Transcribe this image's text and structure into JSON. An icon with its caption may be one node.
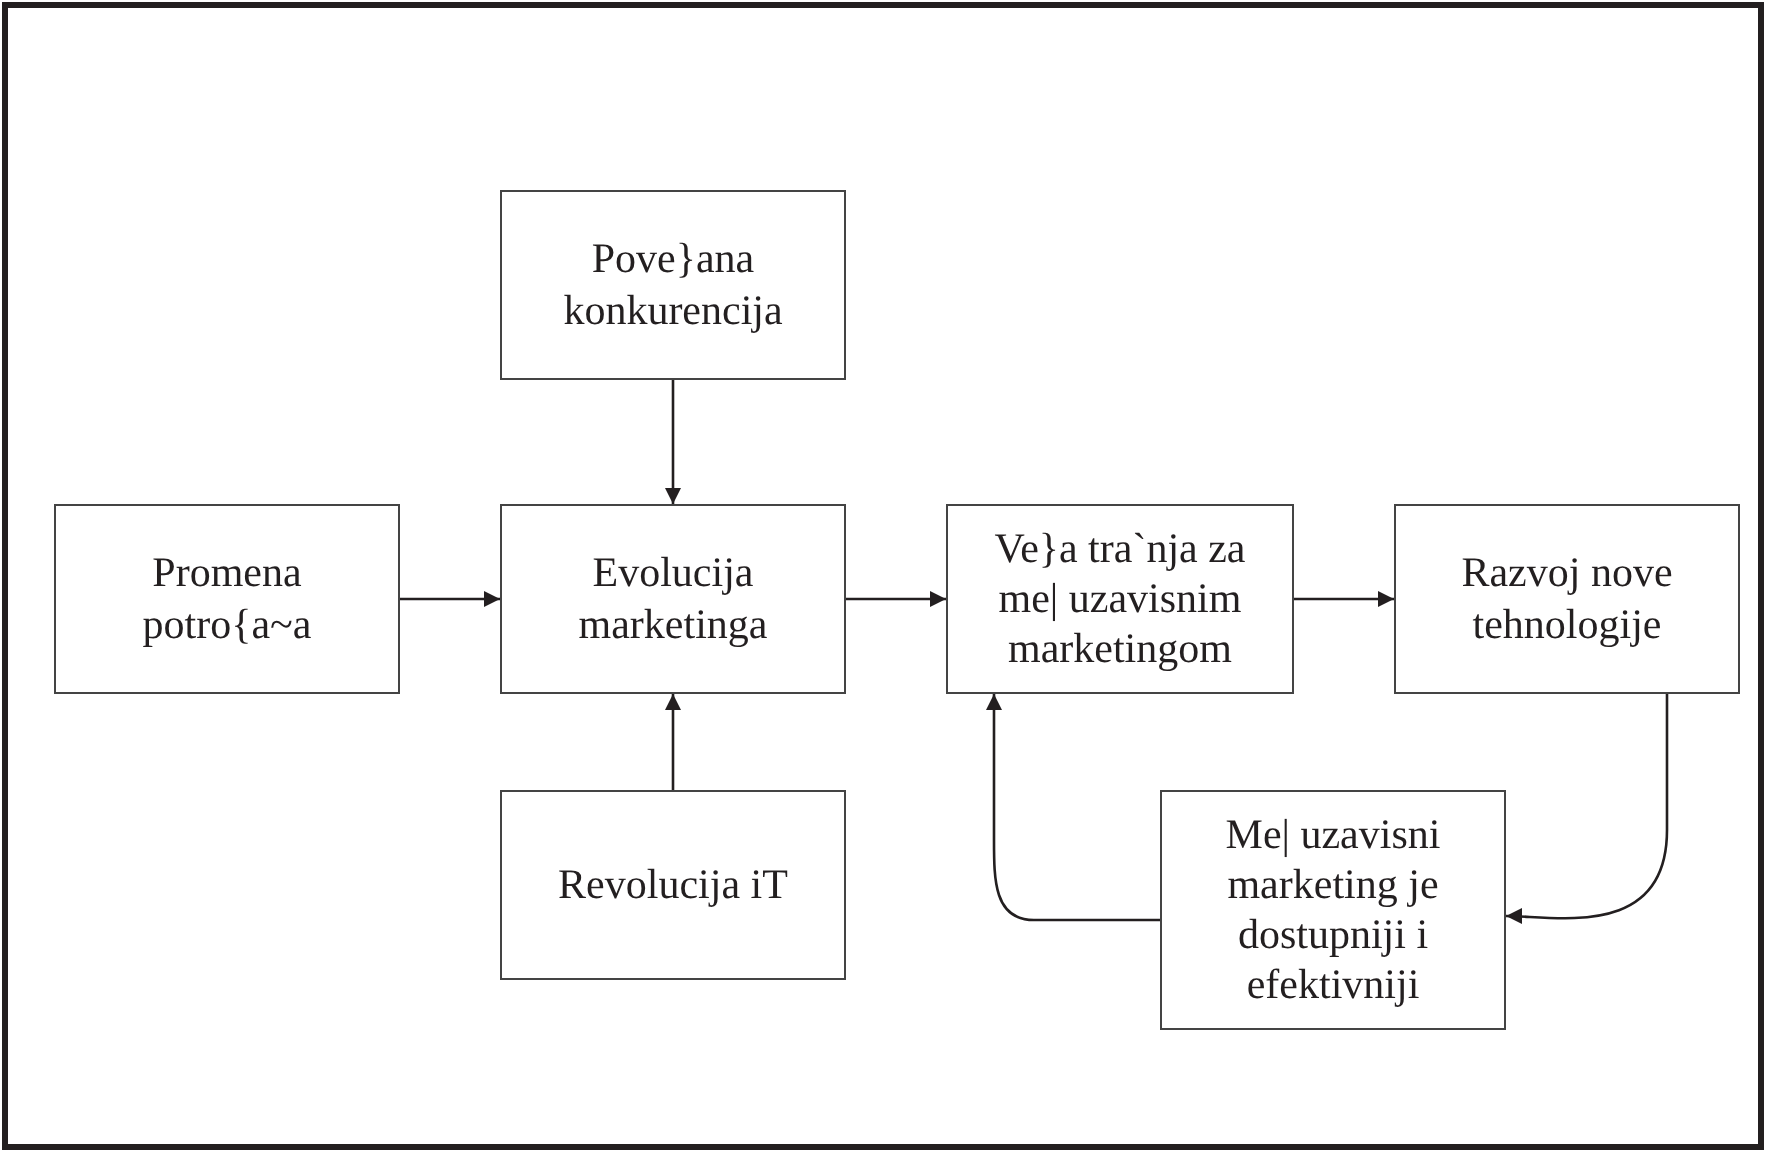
{
  "diagram": {
    "nodes": [
      {
        "text": [
          "Pove}ana konkurencija"
        ]
      },
      {
        "text": [
          "Promena potro{a~a"
        ]
      },
      {
        "text": [
          "Evolucija marketinga"
        ]
      },
      {
        "text": [
          "Ve}a tra`nja za me| uzavisnim marketingom"
        ]
      },
      {
        "text": [
          "Razvoj nove tehnologije"
        ]
      },
      {
        "text": [
          "Revolucija iT"
        ]
      },
      {
        "text": [
          "Me| uzavisni marketing je dostupniji i efektivniji"
        ]
      }
    ],
    "edges": [
      {
        "from": 0,
        "to": 2,
        "arrow": "to"
      },
      {
        "from": 1,
        "to": 2,
        "arrow": "to"
      },
      {
        "from": 5,
        "to": 2,
        "arrow": "to"
      },
      {
        "from": 2,
        "to": 3,
        "arrow": "to"
      },
      {
        "from": 3,
        "to": 4,
        "arrow": "to"
      },
      {
        "from": 4,
        "to": 6,
        "arrow": "to"
      },
      {
        "from": 6,
        "to": 3,
        "arrow": "to"
      }
    ]
  }
}
